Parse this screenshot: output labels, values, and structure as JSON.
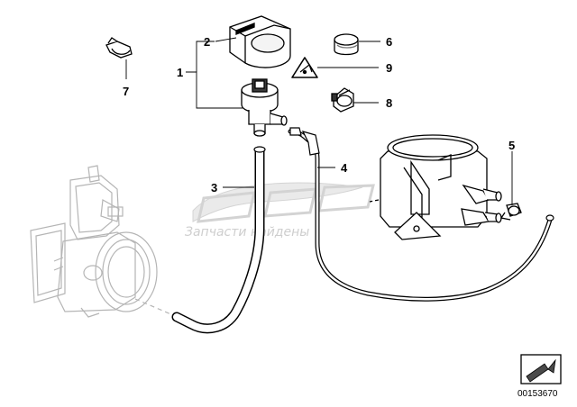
{
  "callouts": {
    "c1": "1",
    "c2": "2",
    "c3": "3",
    "c4": "4",
    "c5": "5",
    "c6": "6",
    "c7": "7",
    "c8": "8",
    "c9": "9"
  },
  "watermark": {
    "text": "Запчасти найдены"
  },
  "catalog_number": "00153670"
}
